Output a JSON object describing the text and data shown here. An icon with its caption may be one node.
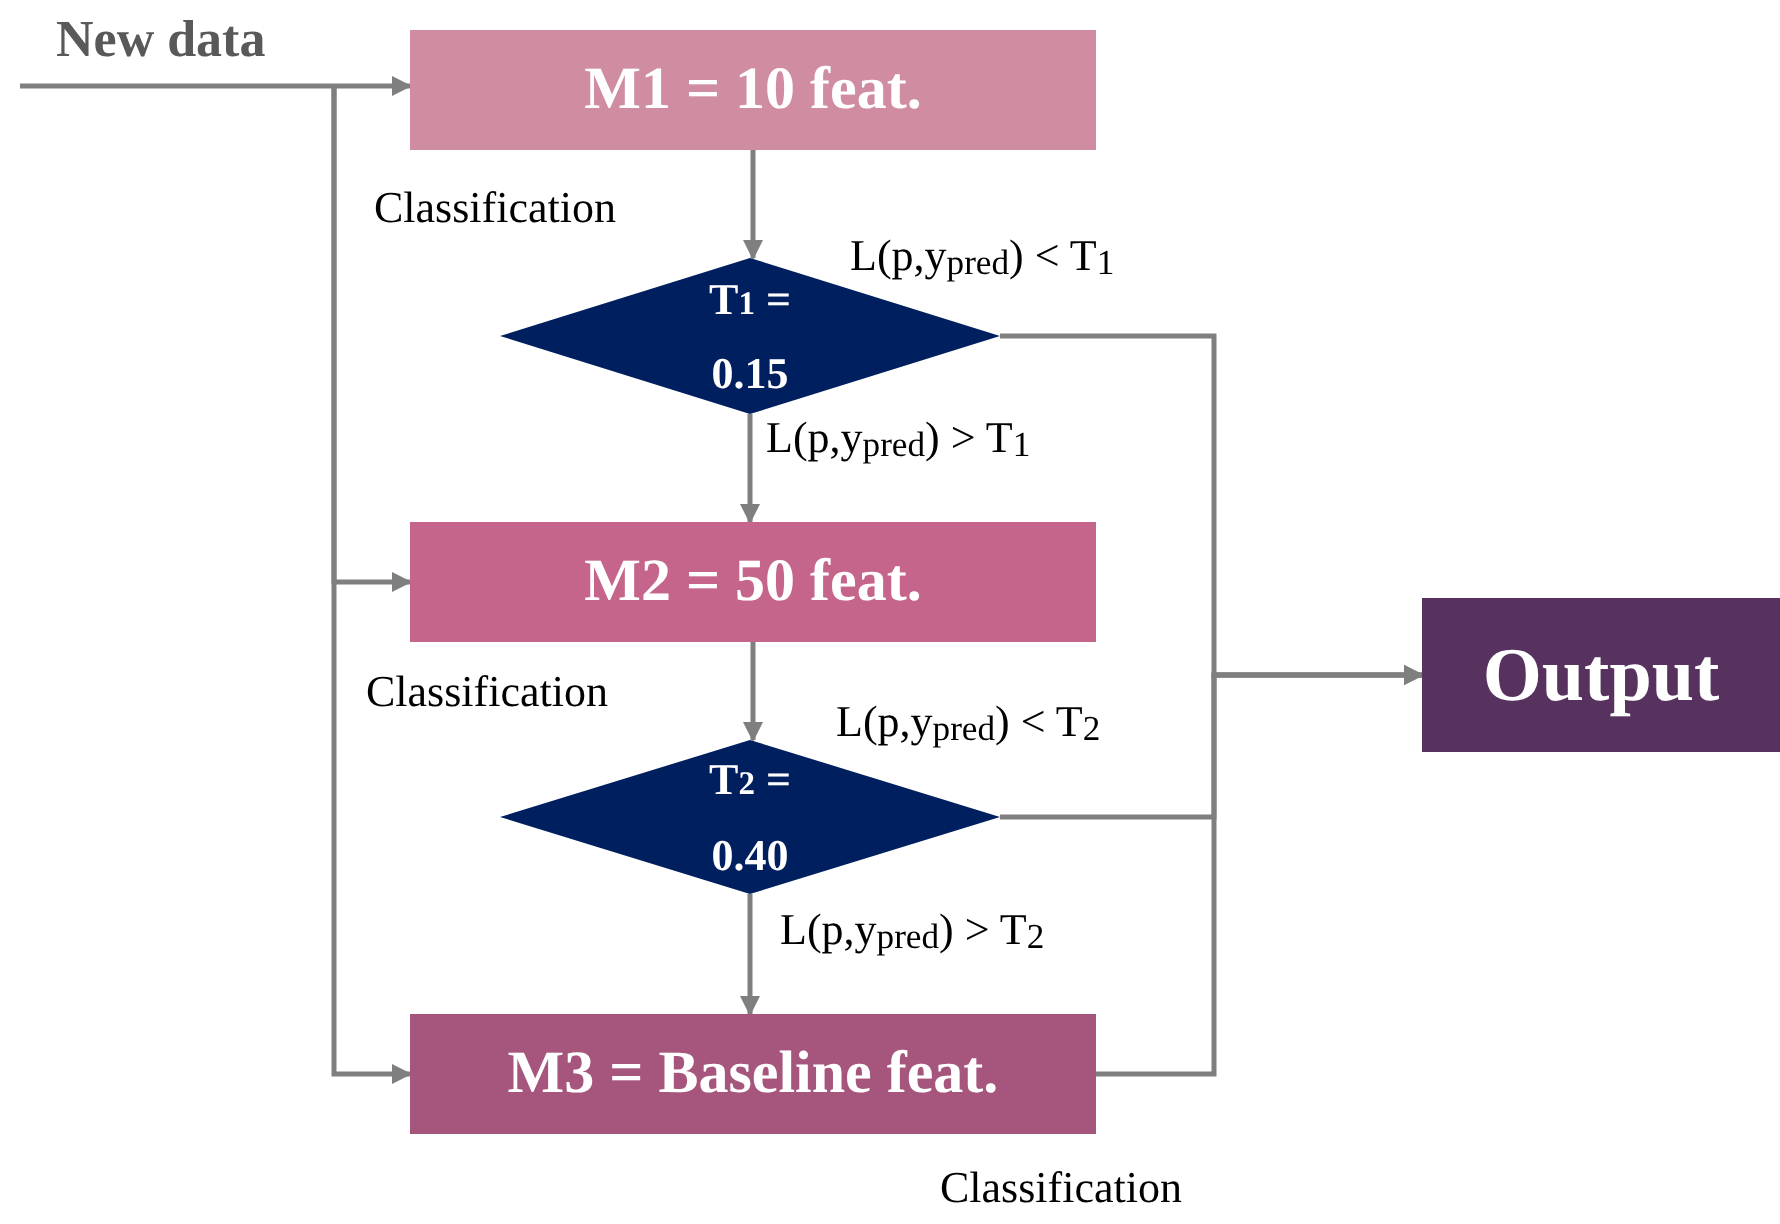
{
  "diagram": {
    "nodes": [
      {
        "text": [
          "M1 = 10 feat."
        ],
        "beside": [
          "Classification"
        ]
      },
      {
        "text": [
          "T$_{1}$ = 0.15"
        ]
      },
      {
        "text": [
          "M2 = 50 feat."
        ],
        "beside": [
          "Classification"
        ]
      },
      {
        "text": [
          "T$_{2}$ = 0.40"
        ]
      },
      {
        "text": [
          "M3 = Baseline feat."
        ],
        "beside": [
          "Classification"
        ]
      },
      {
        "text": [
          "Output"
        ]
      }
    ],
    "edges": [
      {
        "from": null,
        "to": 0,
        "arrow": "to"
      },
      {
        "from": null,
        "to": 2,
        "arrow": "to"
      },
      {
        "from": null,
        "to": 4,
        "arrow": "to"
      },
      {
        "from": 0,
        "to": 1,
        "arrow": "to"
      },
      {
        "from": 1,
        "to": 2,
        "arrow": "to",
        "label": "L(p,y$_{pred}$) > T$_{1}$"
      },
      {
        "from": 1,
        "to": 5,
        "arrow": "to",
        "label": "L(p,y$_{pred}$) < T$_{1}$"
      },
      {
        "from": 2,
        "to": 3,
        "arrow": "to"
      },
      {
        "from": 3,
        "to": 4,
        "arrow": "to",
        "label": "L(p,y$_{pred}$) > T$_{2}$"
      },
      {
        "from": 3,
        "to": 5,
        "arrow": "to",
        "label": "L(p,y$_{pred}$) < T$_{2}$"
      },
      {
        "from": 4,
        "to": 5,
        "arrow": "to"
      }
    ],
    "labels": [
      "New data"
    ]
  }
}
